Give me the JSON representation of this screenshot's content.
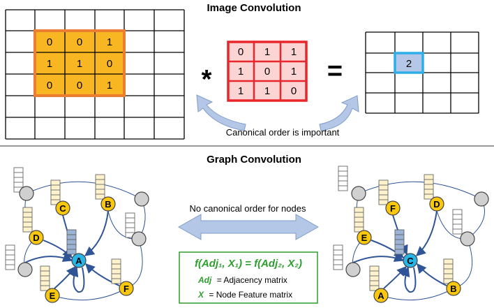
{
  "image_section": {
    "title": "Image Convolution",
    "input_patch": [
      [
        "0",
        "0",
        "1"
      ],
      [
        "1",
        "1",
        "0"
      ],
      [
        "0",
        "0",
        "1"
      ]
    ],
    "kernel": [
      [
        "0",
        "1",
        "1"
      ],
      [
        "1",
        "0",
        "1"
      ],
      [
        "1",
        "1",
        "0"
      ]
    ],
    "result_value": "2",
    "multiply_symbol": "*",
    "equals_symbol": "=",
    "caption": "Canonical order is important"
  },
  "graph_section": {
    "title": "Graph Convolution",
    "arrow_caption": "No canonical order for nodes",
    "left_nodes": [
      "A",
      "B",
      "C",
      "D",
      "E",
      "F"
    ],
    "right_nodes": [
      "A",
      "B",
      "C",
      "D",
      "E",
      "F"
    ],
    "formula": {
      "main": "f(Adj₁, X₁) = f(Adj₂, X₂)",
      "adj_symbol": "Adj",
      "adj_text": "= Adjacency matrix",
      "x_symbol": "X",
      "x_text": "= Node Feature matrix"
    }
  },
  "colors": {
    "patch_fill": "#f8b722",
    "patch_border": "#ed7d31",
    "kernel_fill": "#fcd4d4",
    "kernel_border": "#e8262c",
    "result_fill": "#b4c7e7",
    "result_border": "#2eaee8",
    "node_yellow": "#f9c80e",
    "node_center": "#29b4e6",
    "node_gray": "#d0d0d0",
    "edge": "#2f5597",
    "feature_yellow": "#fff2cc",
    "feature_blue": "#9db3d6",
    "formula_green": "#2e9e2e",
    "arrow_fill": "#b4c7e7"
  }
}
